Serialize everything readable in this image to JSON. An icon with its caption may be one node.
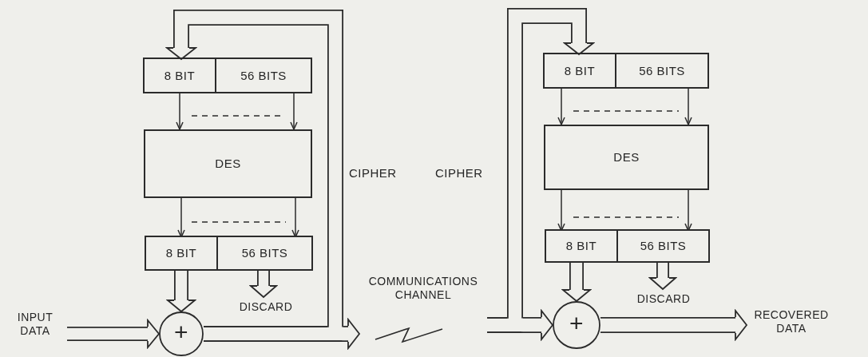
{
  "diagram": {
    "nodes": [
      {
        "text": [],
        "shape": "box"
      },
      {
        "text": [
          "8 BIT"
        ],
        "in": 0
      },
      {
        "text": [
          "56 BITS"
        ],
        "in": 0
      },
      {
        "text": [
          "DES"
        ]
      },
      {
        "text": [],
        "shape": "box"
      },
      {
        "text": [
          "8 BIT"
        ],
        "in": 4
      },
      {
        "text": [
          "56 BITS"
        ],
        "in": 4
      },
      {
        "text": [
          "+"
        ]
      },
      {
        "text": [
          "INPUT DATA"
        ]
      },
      {
        "text": [
          "DISCARD"
        ]
      },
      {
        "text": [
          "COMMUNICATIONS CHANNEL"
        ]
      },
      {
        "text": [],
        "shape": "box"
      },
      {
        "text": [
          "8 BIT"
        ],
        "in": 11
      },
      {
        "text": [
          "56 BITS"
        ],
        "in": 11
      },
      {
        "text": [
          "DES"
        ]
      },
      {
        "text": [],
        "shape": "box"
      },
      {
        "text": [
          "8 BIT"
        ],
        "in": 15
      },
      {
        "text": [
          "56 BITS"
        ],
        "in": 15
      },
      {
        "text": [
          "+"
        ]
      },
      {
        "text": [
          "DISCARD"
        ]
      },
      {
        "text": [
          "RECOVERED DATA"
        ]
      }
    ],
    "edges": [
      {
        "from": 1,
        "to": 3,
        "arrow": "to"
      },
      {
        "from": 2,
        "to": 3,
        "arrow": "to"
      },
      {
        "from": 3,
        "to": 5,
        "arrow": "to"
      },
      {
        "from": 3,
        "to": 6,
        "arrow": "to"
      },
      {
        "from": 5,
        "to": 7,
        "arrow": "to"
      },
      {
        "from": 6,
        "to": 9,
        "arrow": "to"
      },
      {
        "from": 8,
        "to": 7,
        "arrow": "to"
      },
      {
        "from": 7,
        "to": 10,
        "arrow": "to"
      },
      {
        "from": 7,
        "to": 1,
        "arrow": "to"
      },
      {
        "from": 10,
        "to": 18,
        "arrow": "to"
      },
      {
        "from": 10,
        "to": 12,
        "arrow": "to"
      },
      {
        "from": 12,
        "to": 14,
        "arrow": "to"
      },
      {
        "from": 13,
        "to": 14,
        "arrow": "to"
      },
      {
        "from": 14,
        "to": 16,
        "arrow": "to"
      },
      {
        "from": 14,
        "to": 17,
        "arrow": "to"
      },
      {
        "from": 16,
        "to": 18,
        "arrow": "to"
      },
      {
        "from": 17,
        "to": 19,
        "arrow": "to"
      },
      {
        "from": 18,
        "to": 20,
        "arrow": "to"
      }
    ],
    "labels": [
      "CIPHER",
      "CIPHER"
    ]
  }
}
